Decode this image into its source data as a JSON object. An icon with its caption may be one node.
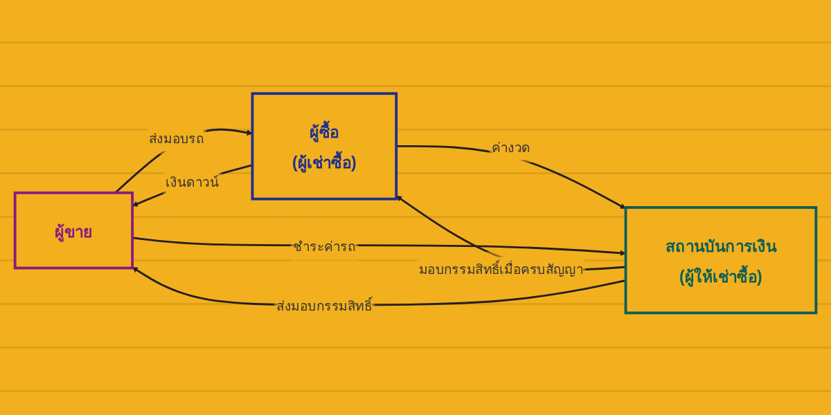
{
  "diagram": {
    "nodes": [
      {
        "text": [
          "ผู้ซื้อ",
          "(ผู้เช่าซื้อ)"
        ]
      },
      {
        "text": [
          "ผู้ขาย"
        ]
      },
      {
        "text": [
          "สถานบันการเงิน",
          "(ผู้ให้เช่าซื้อ)"
        ]
      }
    ],
    "edges": [
      {
        "from": 0,
        "to": 1,
        "arrow": "to",
        "label": "เงินดาวน์"
      },
      {
        "from": 1,
        "to": 0,
        "arrow": "to",
        "label": "ส่งมอบรถ"
      },
      {
        "from": 0,
        "to": 2,
        "arrow": "to",
        "label": "ค่างวด"
      },
      {
        "from": 2,
        "to": 0,
        "arrow": "to",
        "label": "มอบกรรมสิทธิ์เมื่อครบสัญญา"
      },
      {
        "from": 2,
        "to": 1,
        "arrow": "to",
        "label": "ส่งมอบกรรมสิทธิ์"
      },
      {
        "from": 1,
        "to": 2,
        "arrow": "to",
        "label": "ชำระค่ารถ"
      }
    ]
  }
}
